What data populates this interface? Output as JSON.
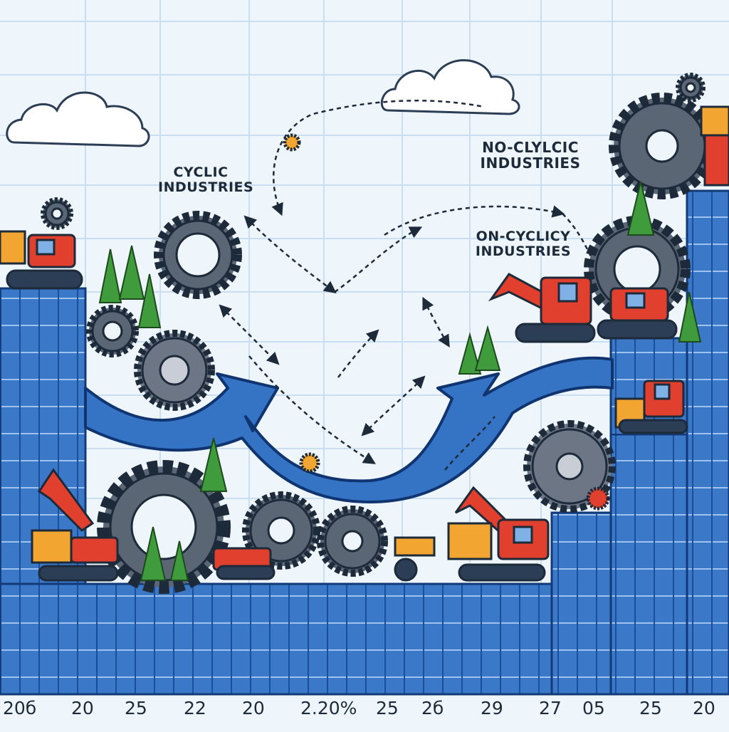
{
  "labels": {
    "cyclic_line1": "CYCLIC",
    "cyclic_line2": "INDUSTRIES",
    "non_cyclic_line1": "NO-CLYLCIC",
    "non_cyclic_line2": "INDUSTRIES",
    "on_cyclicy_line1": "ON-CYCLICY",
    "on_cyclicy_line2": "INDUSTRIES"
  },
  "x_ticks": [
    "20б",
    "20",
    "25",
    "22",
    "20",
    "2.20%",
    "25",
    "2б",
    "29",
    "27",
    "05",
    "25",
    "20"
  ],
  "colors": {
    "background": "#eef5fb",
    "bar_blue": "#3b78c8",
    "bar_dark": "#1b4f9c",
    "trend_arrow": "#3574c4",
    "gear": "#5b6675",
    "machine_red": "#e0402d",
    "machine_orange": "#f2a531",
    "tree_green": "#3f9b3b"
  }
}
